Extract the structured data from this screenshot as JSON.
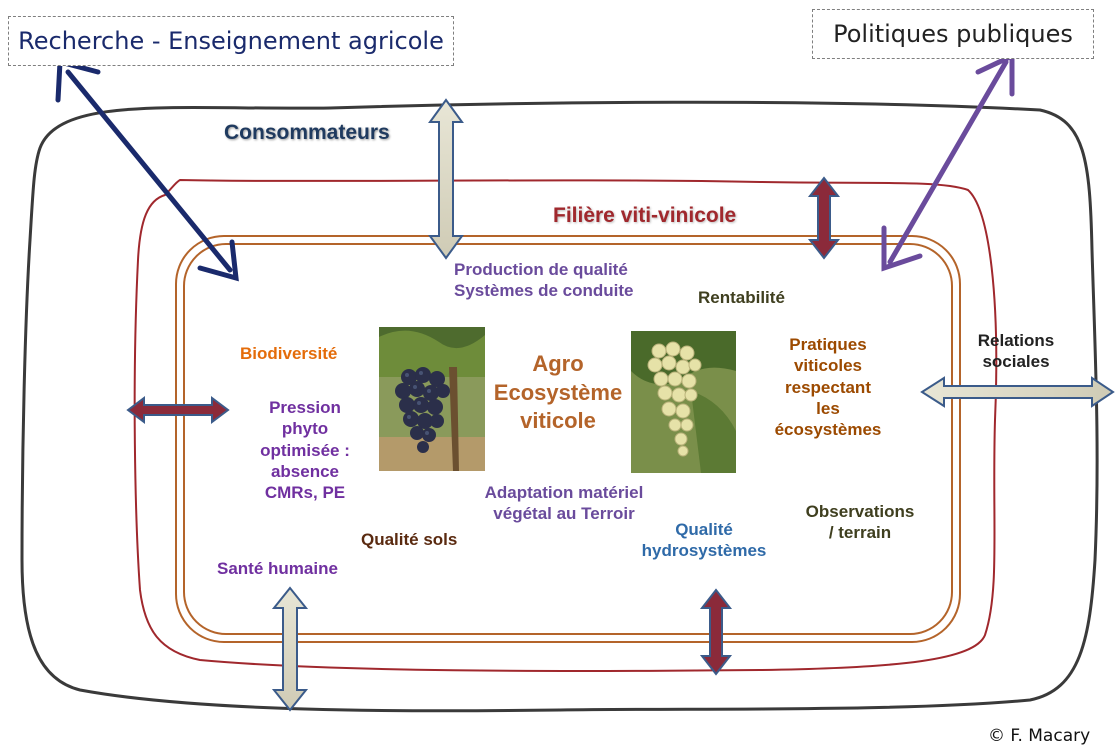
{
  "boxes": {
    "recherche": "Recherche  - Enseignement agricole",
    "politiques": "Politiques publiques"
  },
  "labels": {
    "consommateurs": "Consommateurs",
    "filiere": "Filière viti-vinicole",
    "production_line1": "Production de qualité",
    "production_line2": "Systèmes de conduite",
    "rentabilite": "Rentabilité",
    "biodiversite": "Biodiversité",
    "pression": [
      "Pression",
      "phyto",
      "optimisée :",
      "absence",
      "CMRs, PE"
    ],
    "center": [
      "Agro",
      "Ecosystème",
      "viticole"
    ],
    "pratiques": [
      "Pratiques",
      "viticoles",
      "respectant",
      "les",
      "écosystèmes"
    ],
    "relations": [
      "Relations",
      "sociales"
    ],
    "adaptation_line1": "Adaptation matériel",
    "adaptation_line2": "végétal au Terroir",
    "qualite_sols": "Qualité sols",
    "qualite_hydro": [
      "Qualité",
      "hydrosystèmes"
    ],
    "observations": [
      "Observations",
      "/ terrain"
    ],
    "sante": "Santé humaine"
  },
  "credit": "© F. Macary",
  "colors": {
    "outer_ring": "#3a3a3a",
    "middle_ring": "#a0282d",
    "inner_ring": "#b4642a",
    "navy_arrow": "#1a2a6c",
    "purple_arrow": "#6a4b9c",
    "red_arrow": "#8b2a3a",
    "label_purple": "#7030a0",
    "label_orange": "#e46c0a",
    "label_brown": "#7f3f00",
    "label_olive": "#3f3f1f",
    "label_blue": "#1f5f9f"
  }
}
